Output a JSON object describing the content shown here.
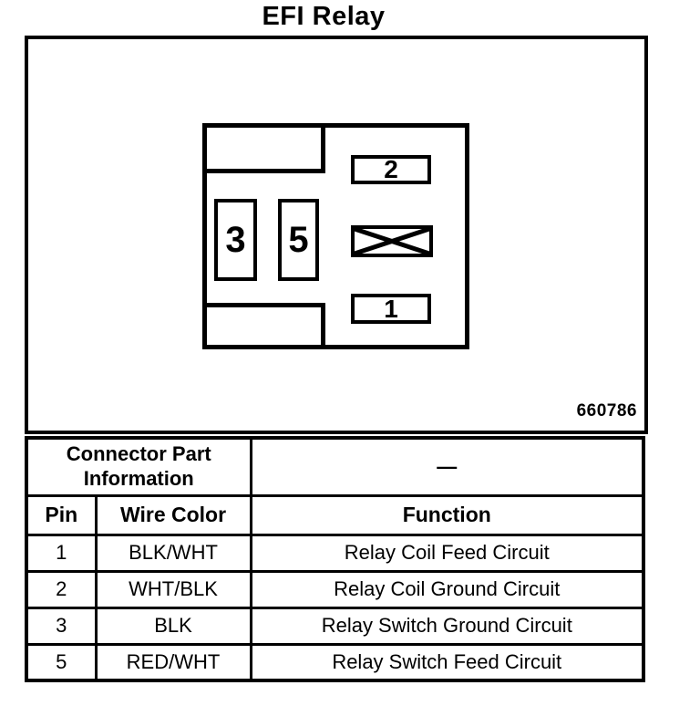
{
  "page": {
    "title": "EFI Relay",
    "figure_number": "660786"
  },
  "colors": {
    "ink": "#000000",
    "paper": "#ffffff"
  },
  "connector_diagram": {
    "pin_labels": {
      "pin1": "1",
      "pin2": "2",
      "pin3": "3",
      "pin5": "5"
    },
    "blocked_cavity_icon": "x-crossed-box"
  },
  "info_table": {
    "part_info_label": "Connector Part Information",
    "part_info_value": "—",
    "headers": {
      "pin": "Pin",
      "wire_color": "Wire Color",
      "function": "Function"
    },
    "rows": [
      {
        "pin": "1",
        "wire_color": "BLK/WHT",
        "function": "Relay Coil Feed Circuit"
      },
      {
        "pin": "2",
        "wire_color": "WHT/BLK",
        "function": "Relay Coil Ground Circuit"
      },
      {
        "pin": "3",
        "wire_color": "BLK",
        "function": "Relay Switch Ground Circuit"
      },
      {
        "pin": "5",
        "wire_color": "RED/WHT",
        "function": "Relay Switch Feed Circuit"
      }
    ]
  }
}
